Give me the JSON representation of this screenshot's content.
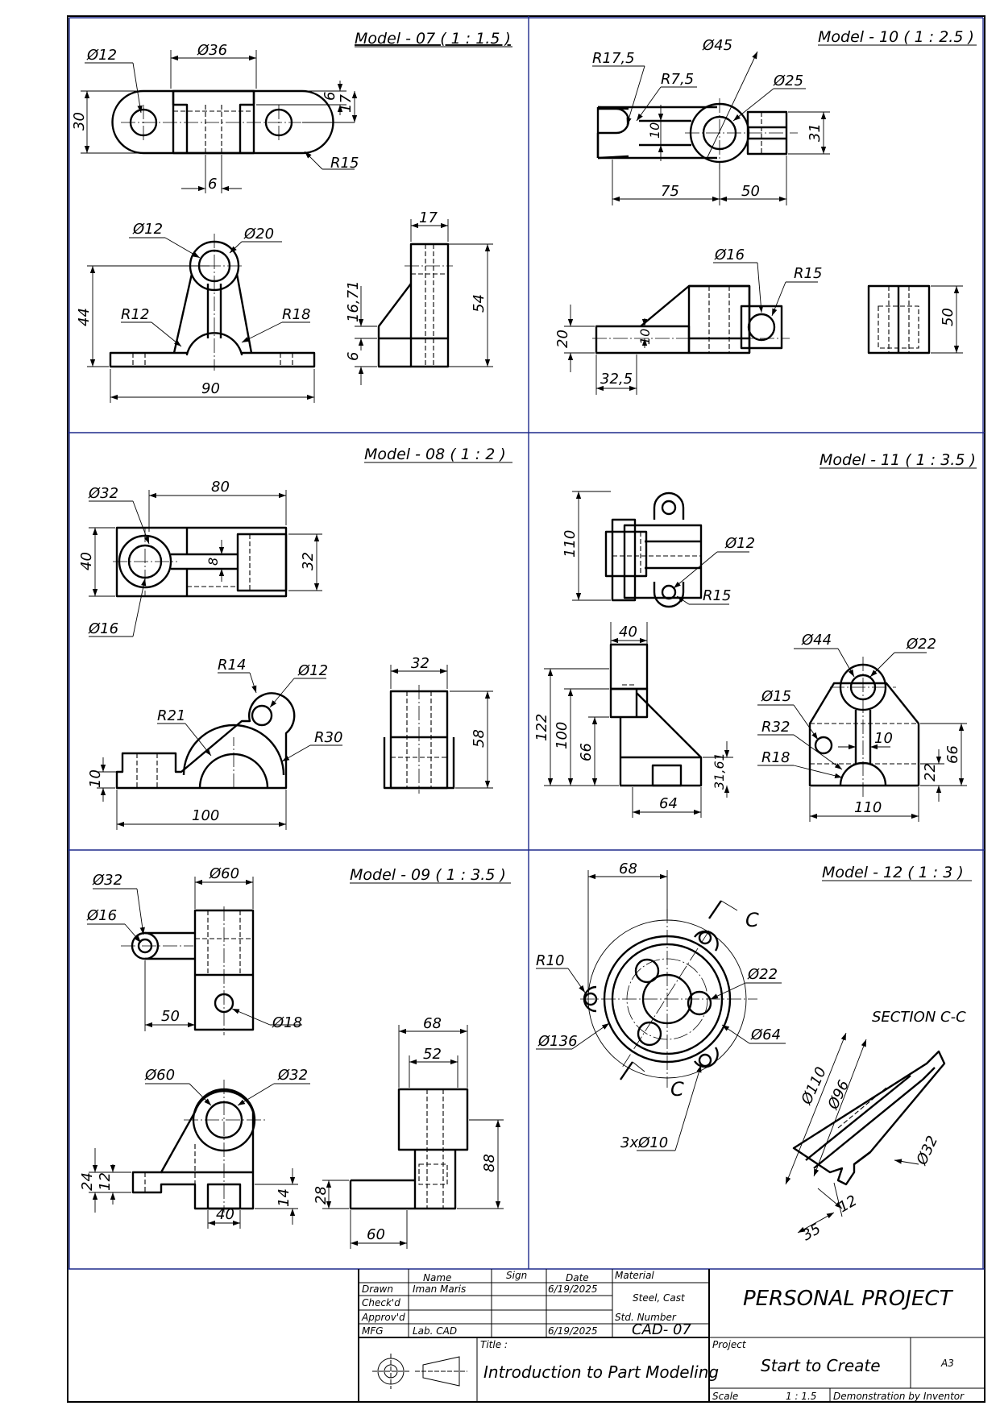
{
  "models": [
    {
      "title": "Model - 07 ( 1 : 1.5 )",
      "dims": [
        "Ø12",
        "Ø36",
        "30",
        "6",
        "17",
        "6",
        "R15",
        "Ø12",
        "Ø20",
        "44",
        "R12",
        "R18",
        "90",
        "17",
        "16,71",
        "54",
        "6"
      ]
    },
    {
      "title": "Model - 10 ( 1 : 2.5 )",
      "dims": [
        "R17,5",
        "Ø45",
        "R7,5",
        "Ø25",
        "10",
        "31",
        "75",
        "50",
        "Ø16",
        "R15",
        "20",
        "10",
        "32,5",
        "50"
      ]
    },
    {
      "title": "Model - 08 ( 1 : 2 )",
      "dims": [
        "Ø32",
        "80",
        "40",
        "8",
        "32",
        "Ø16",
        "R14",
        "Ø12",
        "R21",
        "R30",
        "10",
        "100",
        "32",
        "58"
      ]
    },
    {
      "title": "Model - 11 ( 1 : 3.5 )",
      "dims": [
        "110",
        "Ø12",
        "R15",
        "40",
        "Ø44",
        "Ø22",
        "122",
        "100",
        "66",
        "Ø15",
        "R32",
        "10",
        "R18",
        "31,61",
        "22",
        "66",
        "64",
        "110"
      ]
    },
    {
      "title": "Model - 09 ( 1 : 3.5 )",
      "dims": [
        "Ø32",
        "Ø60",
        "Ø16",
        "50",
        "Ø18",
        "Ø60",
        "Ø32",
        "68",
        "52",
        "24",
        "12",
        "14",
        "28",
        "88",
        "40",
        "60"
      ]
    },
    {
      "title": "Model - 12 ( 1 : 3 )",
      "dims": [
        "68",
        "C",
        "R10",
        "Ø22",
        "Ø136",
        "Ø64",
        "C",
        "3xØ10",
        "Ø110",
        "Ø96",
        "Ø32",
        "12",
        "35"
      ],
      "section_label": "SECTION C-C"
    }
  ],
  "title_block": {
    "headers": {
      "name": "Name",
      "sign": "Sign",
      "date": "Date"
    },
    "rows": [
      {
        "role": "Drawn",
        "name": "Iman Maris",
        "date": "6/19/2025"
      },
      {
        "role": "Check'd",
        "name": "",
        "date": ""
      },
      {
        "role": "Approv'd",
        "name": "",
        "date": ""
      },
      {
        "role": "MFG",
        "name": "Lab. CAD",
        "date": "6/19/2025"
      }
    ],
    "material_label": "Material",
    "material": "Steel, Cast",
    "std_number_label": "Std. Number",
    "std_number": "CAD- 07",
    "project_name": "PERSONAL PROJECT",
    "title_label": "Title :",
    "title": "Introduction to Part Modeling",
    "project_label": "Project",
    "project": "Start to Create",
    "sheet_size": "A3",
    "scale_label": "Scale",
    "scale": "1 : 1.5",
    "software": "Demonstration by Inventor"
  }
}
